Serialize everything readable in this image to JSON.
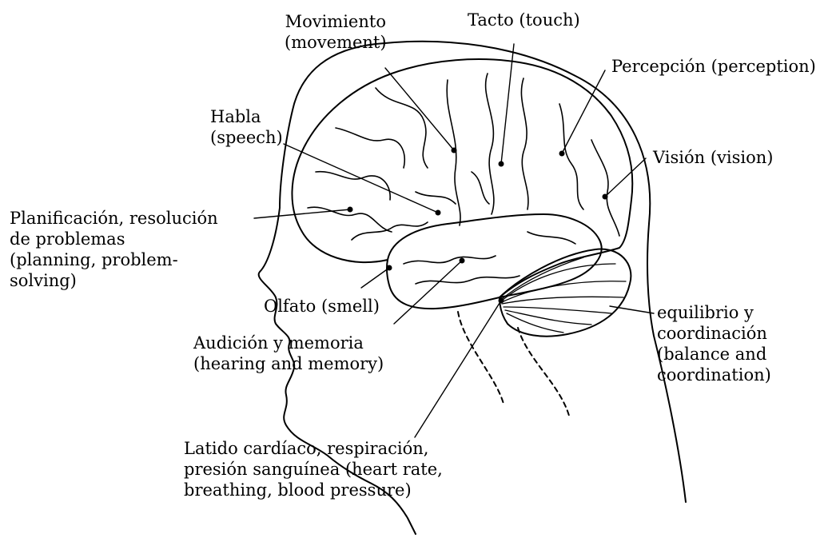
{
  "colors": {
    "line": "#000000",
    "background": "#ffffff"
  },
  "labels": {
    "movement": [
      "Movimiento",
      "(movement)"
    ],
    "touch": [
      "Tacto (touch)"
    ],
    "perception": [
      "Percepción (perception)"
    ],
    "speech": [
      "Habla",
      "(speech)"
    ],
    "vision": [
      "Visión (vision)"
    ],
    "planning": [
      "Planificación, resolución",
      "de problemas",
      "(planning, problem-",
      "solving)"
    ],
    "smell": [
      "Olfato (smell)"
    ],
    "hearing": [
      "Audición y memoria",
      "(hearing and memory)"
    ],
    "balance": [
      "equilibrio y",
      "coordinación",
      "(balance and",
      "coordination)"
    ],
    "brainstem": [
      "Latido cardíaco, respiración,",
      "presión sanguínea (heart rate,",
      "breathing, blood pressure)"
    ]
  }
}
